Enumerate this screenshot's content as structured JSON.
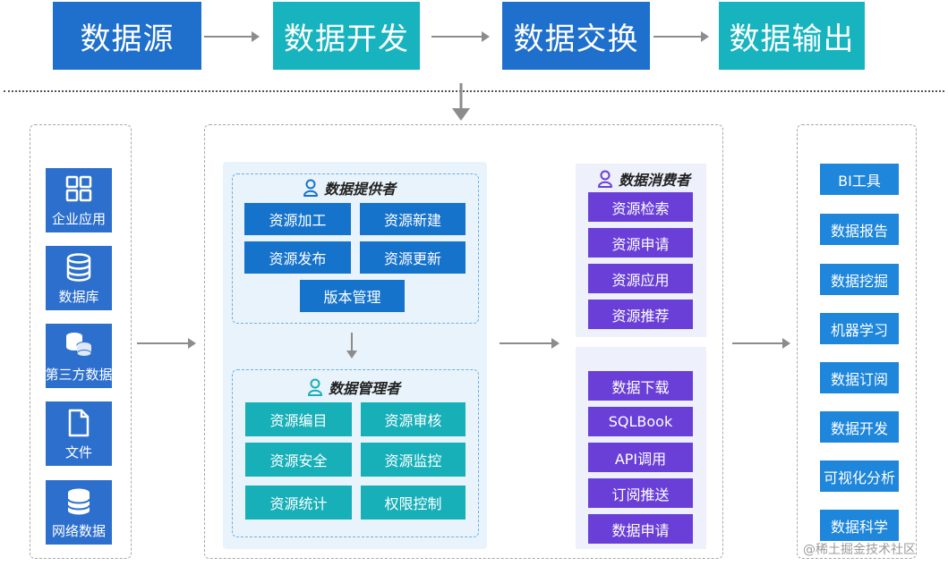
{
  "flow": {
    "step1": "数据源",
    "step2": "数据开发",
    "step3": "数据交换",
    "step4": "数据输出"
  },
  "sources": [
    {
      "label": "企业应用",
      "icon": "grid-icon"
    },
    {
      "label": "数据库",
      "icon": "database-icon"
    },
    {
      "label": "第三方数据",
      "icon": "coins-icon"
    },
    {
      "label": "文件",
      "icon": "file-icon"
    },
    {
      "label": "网络数据",
      "icon": "database-icon"
    }
  ],
  "provider": {
    "title": "数据提供者",
    "items": [
      "资源加工",
      "资源新建",
      "资源发布",
      "资源更新",
      "版本管理"
    ]
  },
  "manager": {
    "title": "数据管理者",
    "items": [
      "资源编目",
      "资源审核",
      "资源安全",
      "资源监控",
      "资源统计",
      "权限控制"
    ]
  },
  "consumer": {
    "title": "数据消费者",
    "items": [
      "资源检索",
      "资源申请",
      "资源应用",
      "资源推荐"
    ],
    "items2": [
      "数据下载",
      "SQLBook",
      "API调用",
      "订阅推送",
      "数据申请"
    ]
  },
  "outputs": [
    "BI工具",
    "数据报告",
    "数据挖掘",
    "机器学习",
    "数据订阅",
    "数据开发",
    "可视化分析",
    "数据科学"
  ],
  "watermark": "@稀土掘金技术社区",
  "colors": {
    "blue": "#1f6fcc",
    "teal": "#17b4bf",
    "purple": "#6a3fd7",
    "output_blue": "#1e86db"
  }
}
